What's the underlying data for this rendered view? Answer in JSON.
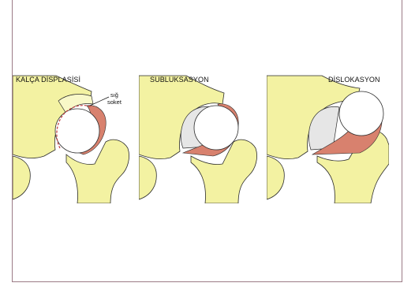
{
  "panels": [
    {
      "title": "KALÇA DİSPLASİSİ",
      "note_line1": "sığ",
      "note_line2": "soket"
    },
    {
      "title": "SUBLUKSASYON"
    },
    {
      "title": "DİSLOKASYON"
    }
  ],
  "colors": {
    "bone": "#f3f2a2",
    "bone_light": "#f8f8c8",
    "outline": "#2b2b2b",
    "head": "#ffffff",
    "cartilage": "#e6e6e6",
    "tissue": "#d8816e",
    "frame_border": "#9b7b86"
  }
}
